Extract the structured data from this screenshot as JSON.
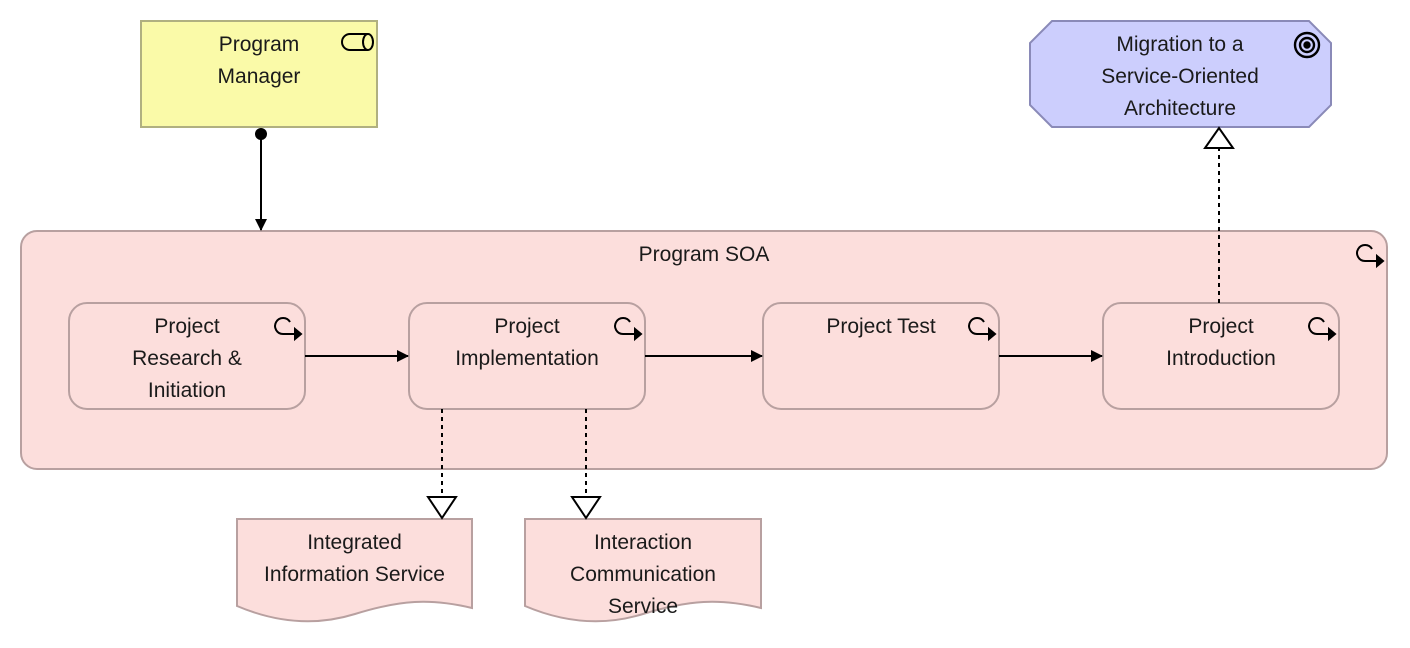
{
  "diagram": {
    "program_manager": {
      "line1": "Program",
      "line2": "Manager",
      "icon": "role-icon"
    },
    "goal": {
      "line1": "Migration to a",
      "line2": "Service-Oriented",
      "line3": "Architecture",
      "icon": "goal-icon"
    },
    "program": {
      "title": "Program SOA",
      "icon": "work-package-icon"
    },
    "projects": [
      {
        "line1": "Project",
        "line2": "Research &",
        "line3": "Initiation"
      },
      {
        "line1": "Project",
        "line2": "Implementation",
        "line3": ""
      },
      {
        "line1": "Project Test",
        "line2": "",
        "line3": ""
      },
      {
        "line1": "Project",
        "line2": "Introduction",
        "line3": ""
      }
    ],
    "deliverables": [
      {
        "line1": "Integrated",
        "line2": "Information Service",
        "line3": ""
      },
      {
        "line1": "Interaction",
        "line2": "Communication",
        "line3": "Service"
      }
    ],
    "colors": {
      "role_fill": "#fafaa8",
      "role_stroke": "#b0b080",
      "goal_fill": "#cccefd",
      "goal_stroke": "#8a8ab8",
      "package_fill": "#fcdedc",
      "package_stroke": "#b8a0a0",
      "line": "#000000"
    }
  }
}
